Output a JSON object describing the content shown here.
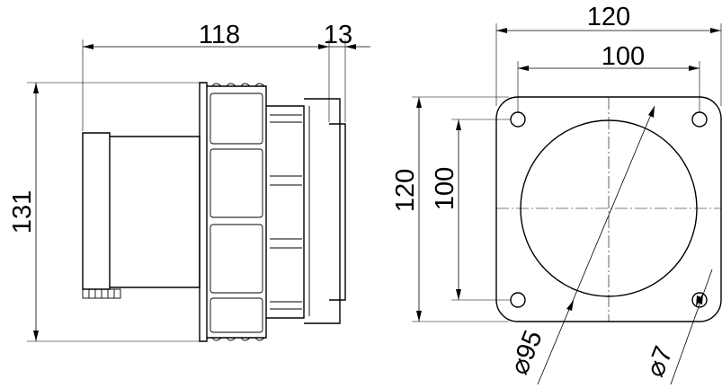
{
  "side_view": {
    "overall_width": "118",
    "flange_thickness": "13",
    "overall_height": "131"
  },
  "front_view": {
    "flange_width": "120",
    "hole_spacing_horizontal": "100",
    "flange_height": "120",
    "hole_spacing_vertical": "100",
    "body_diameter": "⌀95",
    "hole_diameter": "⌀7"
  }
}
